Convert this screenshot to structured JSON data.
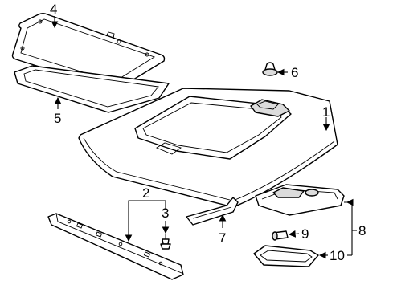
{
  "callouts": [
    {
      "id": "1",
      "label": "1"
    },
    {
      "id": "2",
      "label": "2"
    },
    {
      "id": "3",
      "label": "3"
    },
    {
      "id": "4",
      "label": "4"
    },
    {
      "id": "5",
      "label": "5"
    },
    {
      "id": "6",
      "label": "6"
    },
    {
      "id": "7",
      "label": "7"
    },
    {
      "id": "8",
      "label": "8"
    },
    {
      "id": "9",
      "label": "9"
    },
    {
      "id": "10",
      "label": "10"
    }
  ],
  "colors": {
    "line": "#000000",
    "shade": "#dcdcdc",
    "background": "#ffffff"
  }
}
